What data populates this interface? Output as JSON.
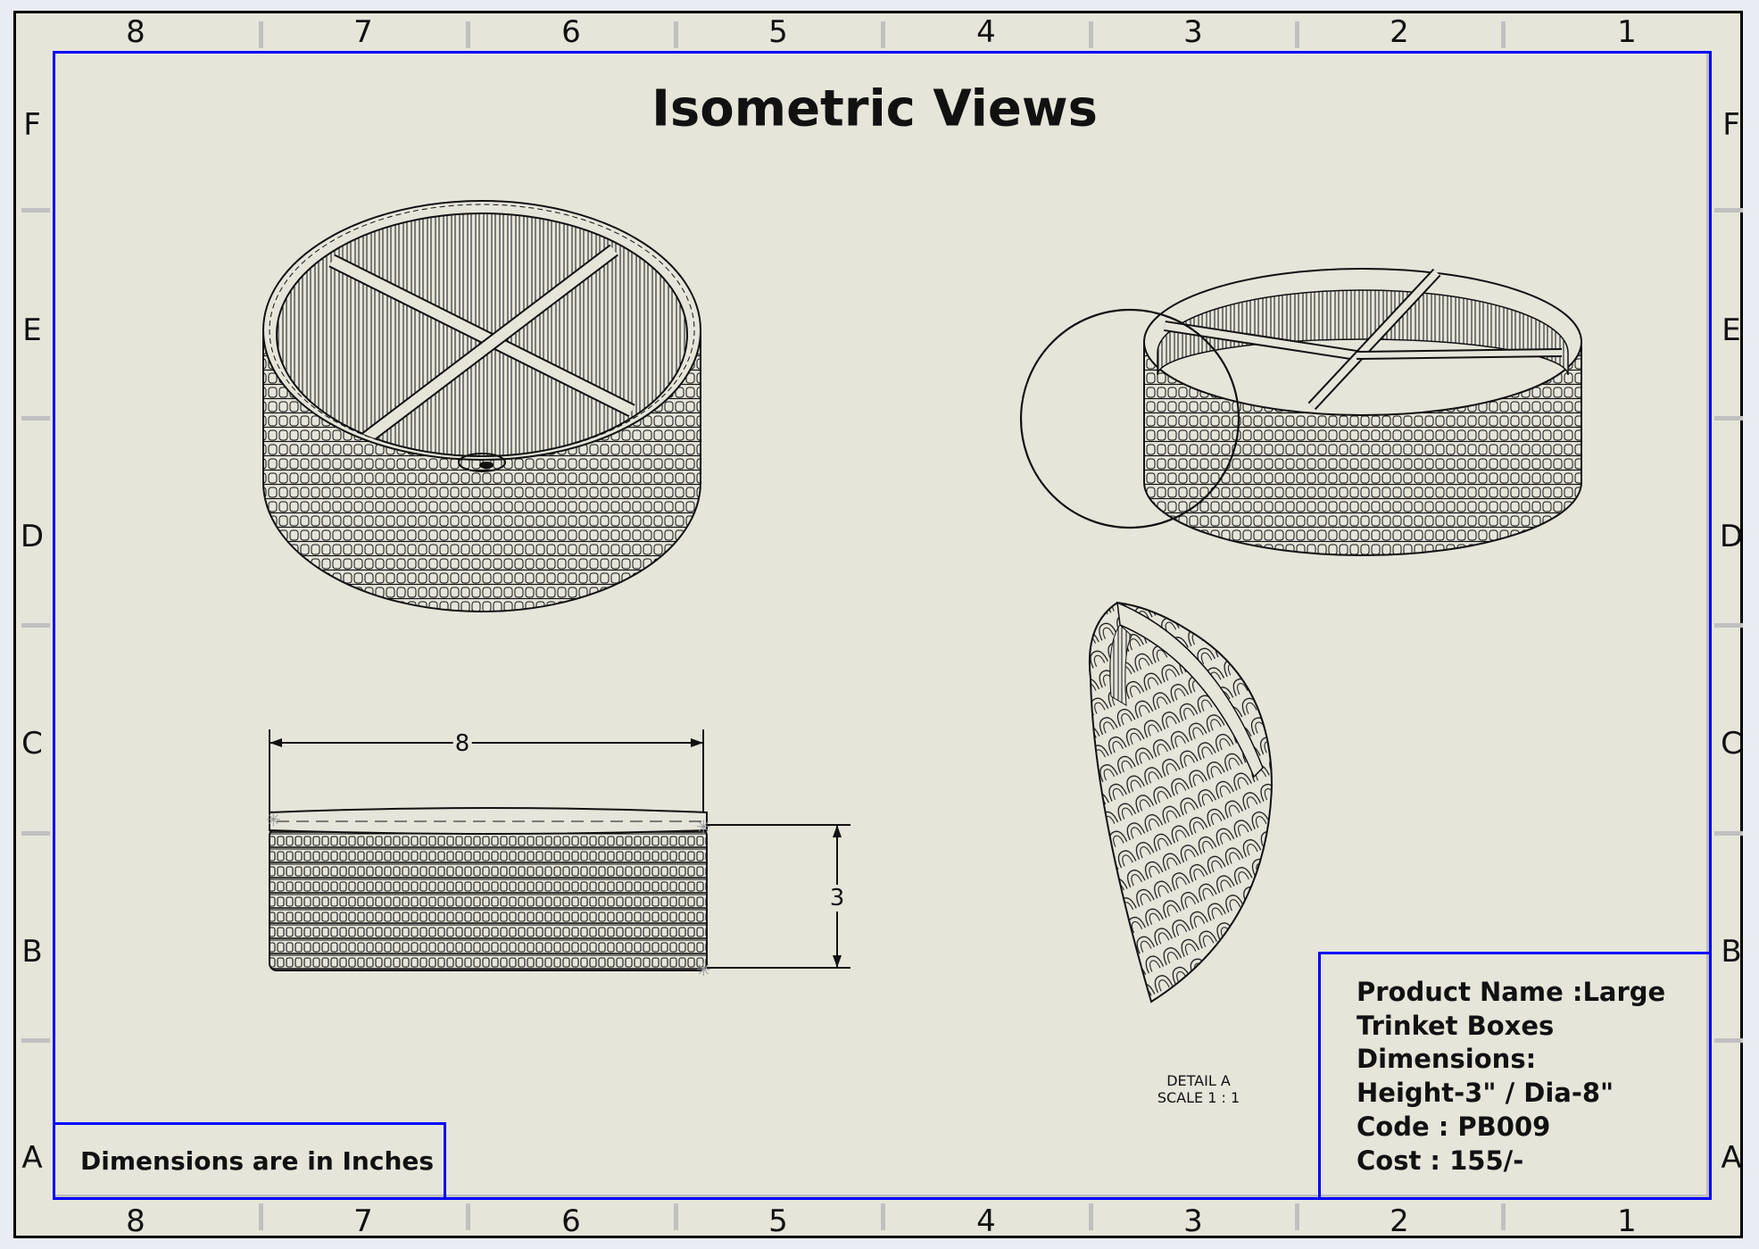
{
  "sheet": {
    "title": "Isometric Views",
    "columns_top": [
      "8",
      "7",
      "6",
      "5",
      "4",
      "3",
      "2",
      "1"
    ],
    "columns_bottom": [
      "8",
      "7",
      "6",
      "5",
      "4",
      "3",
      "2",
      "1"
    ],
    "rows_left": [
      "F",
      "E",
      "D",
      "C",
      "B",
      "A"
    ],
    "rows_right": [
      "F",
      "E",
      "D",
      "C",
      "B",
      "A"
    ],
    "frame_color": "#0000ff",
    "paper_color": "#e5e5da"
  },
  "notes": {
    "units": "Dimensions are in Inches"
  },
  "views": {
    "front_width_dim": "8",
    "front_height_dim": "3",
    "detail_label": "DETAIL A",
    "detail_scale": "SCALE 1 : 1"
  },
  "title_block": {
    "lines": [
      "Product Name :Large",
      "Trinket Boxes",
      "Dimensions:",
      "Height-3\" / Dia-8\"",
      "Code : PB009",
      "Cost : 155/-"
    ]
  }
}
